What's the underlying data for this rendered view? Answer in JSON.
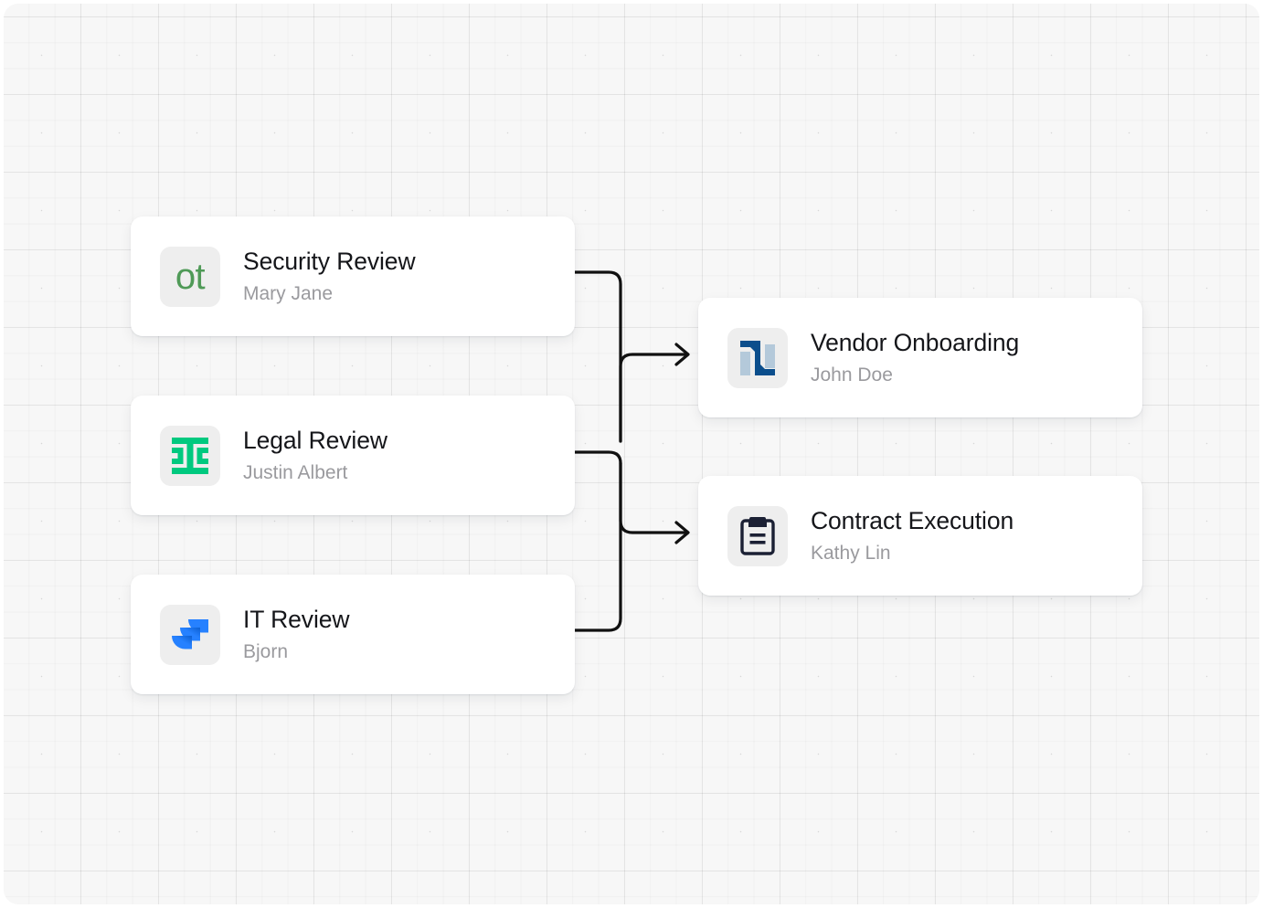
{
  "canvas": {
    "background_color": "#f7f7f7",
    "grid": "dotted-grid",
    "page_background": "#ffffff"
  },
  "theme": {
    "card_background": "#ffffff",
    "icon_tile_background": "#eeeeee",
    "title_color": "#15161a",
    "subtitle_color": "#9a9a9e",
    "edge_color": "#111111",
    "accent_green": "#4f9a57",
    "accent_emerald": "#00c97f",
    "accent_blue": "#2681ff",
    "accent_navy": "#0b4e8c",
    "accent_light_blue": "#b4c9da",
    "accent_dark": "#1b2034"
  },
  "nodes": {
    "inputs": [
      {
        "id": "security-review",
        "title": "Security Review",
        "assignee": "Mary Jane",
        "icon": "ot-lettermark-icon",
        "icon_text": "ot"
      },
      {
        "id": "legal-review",
        "title": "Legal Review",
        "assignee": "Justin Albert",
        "icon": "ironclad-logo-icon",
        "icon_text": ""
      },
      {
        "id": "it-review",
        "title": "IT Review",
        "assignee": "Bjorn",
        "icon": "jira-logo-icon",
        "icon_text": ""
      }
    ],
    "outputs": [
      {
        "id": "vendor-onboarding",
        "title": "Vendor Onboarding",
        "assignee": "John Doe",
        "icon": "netsuite-n-logo-icon",
        "icon_text": ""
      },
      {
        "id": "contract-execution",
        "title": "Contract Execution",
        "assignee": "Kathy Lin",
        "icon": "clipboard-icon",
        "icon_text": ""
      }
    ]
  },
  "edges": [
    {
      "from": "security-review",
      "to": "vendor-onboarding",
      "style": "orthogonal-arrow"
    },
    {
      "from": "legal-review",
      "to": "vendor-onboarding",
      "style": "orthogonal-arrow"
    },
    {
      "from": "it-review",
      "to": "vendor-onboarding",
      "style": "orthogonal-arrow"
    },
    {
      "from": "security-review",
      "to": "contract-execution",
      "style": "orthogonal-arrow"
    },
    {
      "from": "legal-review",
      "to": "contract-execution",
      "style": "orthogonal-arrow"
    },
    {
      "from": "it-review",
      "to": "contract-execution",
      "style": "orthogonal-arrow"
    }
  ]
}
